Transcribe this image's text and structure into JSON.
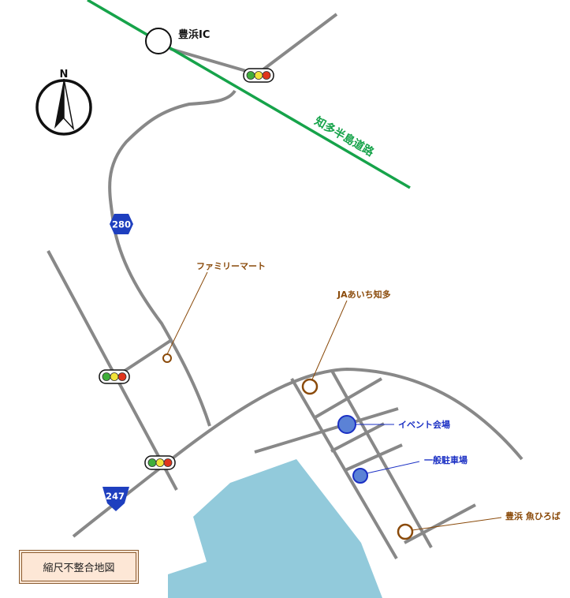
{
  "compass": {
    "north_label": "N",
    "icon": "north-arrow-icon"
  },
  "interchange": {
    "label": "豊浜IC"
  },
  "expressway": {
    "label": "知多半島道路",
    "color": "#16a34a"
  },
  "routes": [
    {
      "number": "280",
      "color": "#1e3fbf"
    },
    {
      "number": "247",
      "color": "#1e3fbf"
    }
  ],
  "landmarks": [
    {
      "label": "ファミリーマート",
      "color": "#8a4a0a"
    },
    {
      "label": "JAあいち知多",
      "color": "#8a4a0a"
    },
    {
      "label": "豊浜 魚ひろば",
      "color": "#8a4a0a"
    }
  ],
  "venues": [
    {
      "label": "イベント会場",
      "color": "#1a2fc4"
    },
    {
      "label": "一般駐車場",
      "color": "#1a2fc4"
    }
  ],
  "note": "縮尺不整合地図",
  "colors": {
    "road": "#888888",
    "sea": "#92cadb",
    "traffic_light_green": "#3fae3a",
    "traffic_light_yellow": "#f2e33a",
    "traffic_light_red": "#e0341c"
  }
}
